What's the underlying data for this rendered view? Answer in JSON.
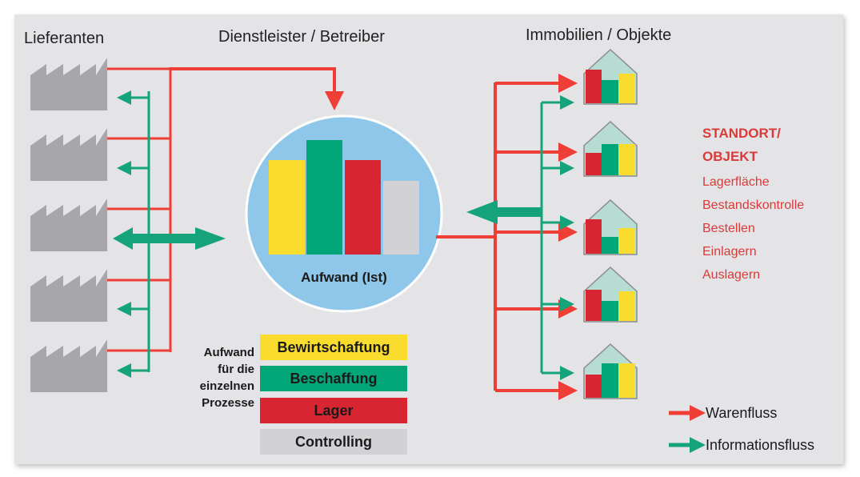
{
  "headers": {
    "lieferanten": "Lieferanten",
    "dienstleister": "Dienstleister / Betreiber",
    "immobilien": "Immobilien / Objekte"
  },
  "center": {
    "caption": "Aufwand (Ist)"
  },
  "processes": {
    "intro_lines": [
      "Aufwand",
      "für die",
      "einzelnen",
      "Prozesse"
    ],
    "items": [
      {
        "label": "Bewirtschaftung",
        "color": "#f9dc2e"
      },
      {
        "label": "Beschaffung",
        "color": "#00a677"
      },
      {
        "label": "Lager",
        "color": "#d72632"
      },
      {
        "label": "Controlling",
        "color": "#d2d2d4"
      }
    ]
  },
  "sidebar": {
    "title_lines": [
      "STANDORT/",
      "OBJEKT"
    ],
    "items": [
      "Lagerfläche",
      "Bestandskontrolle",
      "Bestellen",
      "Einlagern",
      "Auslagern"
    ]
  },
  "legend": {
    "warenfluss": "Warenfluss",
    "informationsfluss": "Informationsfluss"
  },
  "colors": {
    "warenfluss": "#ee3e36",
    "informationsfluss": "#14a37a",
    "circle": "#8fc7ea",
    "factory": "#a7a7a9",
    "house_roof": "#b7ddd2"
  },
  "icons": {
    "supplier": "factory-icon",
    "property": "house-icon"
  }
}
